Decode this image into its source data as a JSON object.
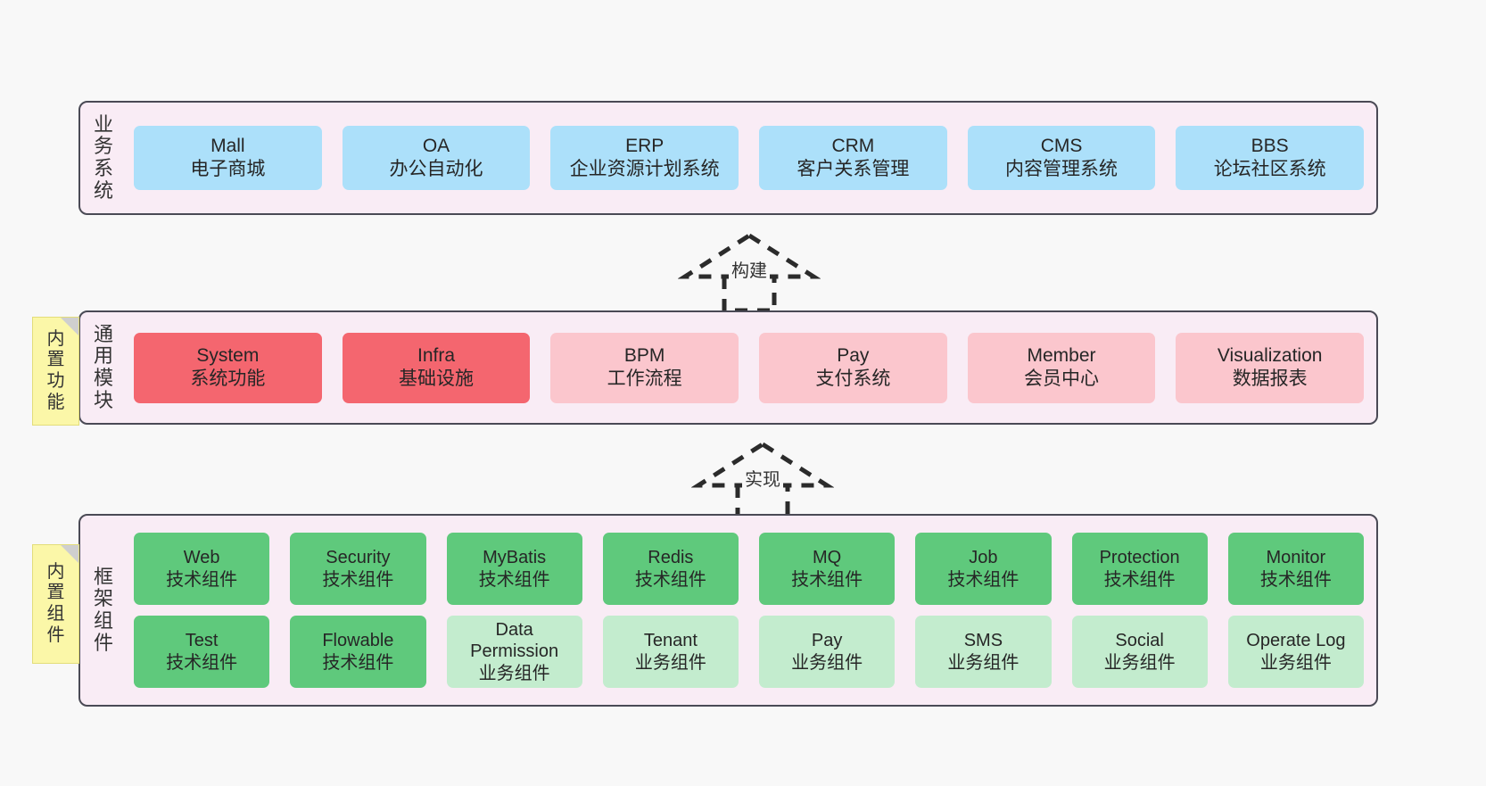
{
  "diagram": {
    "background_color": "#f8f8f8",
    "panel_background": "#f9ecf5",
    "panel_border_color": "#4a4a55",
    "note_color": "#fbf7a8"
  },
  "notes": [
    {
      "name": "builtin-function",
      "lines": [
        "内",
        "置",
        "功",
        "能"
      ]
    },
    {
      "name": "builtin-component",
      "lines": [
        "内",
        "置",
        "组",
        "件"
      ]
    }
  ],
  "connectors": [
    {
      "name": "build",
      "label": "构建"
    },
    {
      "name": "implement",
      "label": "实现"
    }
  ],
  "layers": [
    {
      "id": "business",
      "title": [
        "业",
        "务",
        "系",
        "统"
      ],
      "color": "#ace0fa",
      "rows": [
        [
          {
            "en": "Mall",
            "cn": "电子商城",
            "color": "blue"
          },
          {
            "en": "OA",
            "cn": "办公自动化",
            "color": "blue"
          },
          {
            "en": "ERP",
            "cn": "企业资源计划系统",
            "color": "blue"
          },
          {
            "en": "CRM",
            "cn": "客户关系管理",
            "color": "blue"
          },
          {
            "en": "CMS",
            "cn": "内容管理系统",
            "color": "blue"
          },
          {
            "en": "BBS",
            "cn": "论坛社区系统",
            "color": "blue"
          }
        ]
      ]
    },
    {
      "id": "common",
      "title": [
        "通",
        "用",
        "模",
        "块"
      ],
      "color": "#fbc6cd",
      "rows": [
        [
          {
            "en": "System",
            "cn": "系统功能",
            "color": "red"
          },
          {
            "en": "Infra",
            "cn": "基础设施",
            "color": "red"
          },
          {
            "en": "BPM",
            "cn": "工作流程",
            "color": "pink"
          },
          {
            "en": "Pay",
            "cn": "支付系统",
            "color": "pink"
          },
          {
            "en": "Member",
            "cn": "会员中心",
            "color": "pink"
          },
          {
            "en": "Visualization",
            "cn": "数据报表",
            "color": "pink"
          }
        ]
      ]
    },
    {
      "id": "framework",
      "title": [
        "框",
        "架",
        "组",
        "件"
      ],
      "color": "#5fc97c",
      "rows": [
        [
          {
            "en": "Web",
            "cn": "技术组件",
            "color": "green"
          },
          {
            "en": "Security",
            "cn": "技术组件",
            "color": "green"
          },
          {
            "en": "MyBatis",
            "cn": "技术组件",
            "color": "green"
          },
          {
            "en": "Redis",
            "cn": "技术组件",
            "color": "green"
          },
          {
            "en": "MQ",
            "cn": "技术组件",
            "color": "green"
          },
          {
            "en": "Job",
            "cn": "技术组件",
            "color": "green"
          },
          {
            "en": "Protection",
            "cn": "技术组件",
            "color": "green"
          },
          {
            "en": "Monitor",
            "cn": "技术组件",
            "color": "green"
          }
        ],
        [
          {
            "en": "Test",
            "cn": "技术组件",
            "color": "green"
          },
          {
            "en": "Flowable",
            "cn": "技术组件",
            "color": "green"
          },
          {
            "en": "Data Permission",
            "cn": "业务组件",
            "color": "lightgreen"
          },
          {
            "en": "Tenant",
            "cn": "业务组件",
            "color": "lightgreen"
          },
          {
            "en": "Pay",
            "cn": "业务组件",
            "color": "lightgreen"
          },
          {
            "en": "SMS",
            "cn": "业务组件",
            "color": "lightgreen"
          },
          {
            "en": "Social",
            "cn": "业务组件",
            "color": "lightgreen"
          },
          {
            "en": "Operate Log",
            "cn": "业务组件",
            "color": "lightgreen"
          }
        ]
      ]
    }
  ]
}
